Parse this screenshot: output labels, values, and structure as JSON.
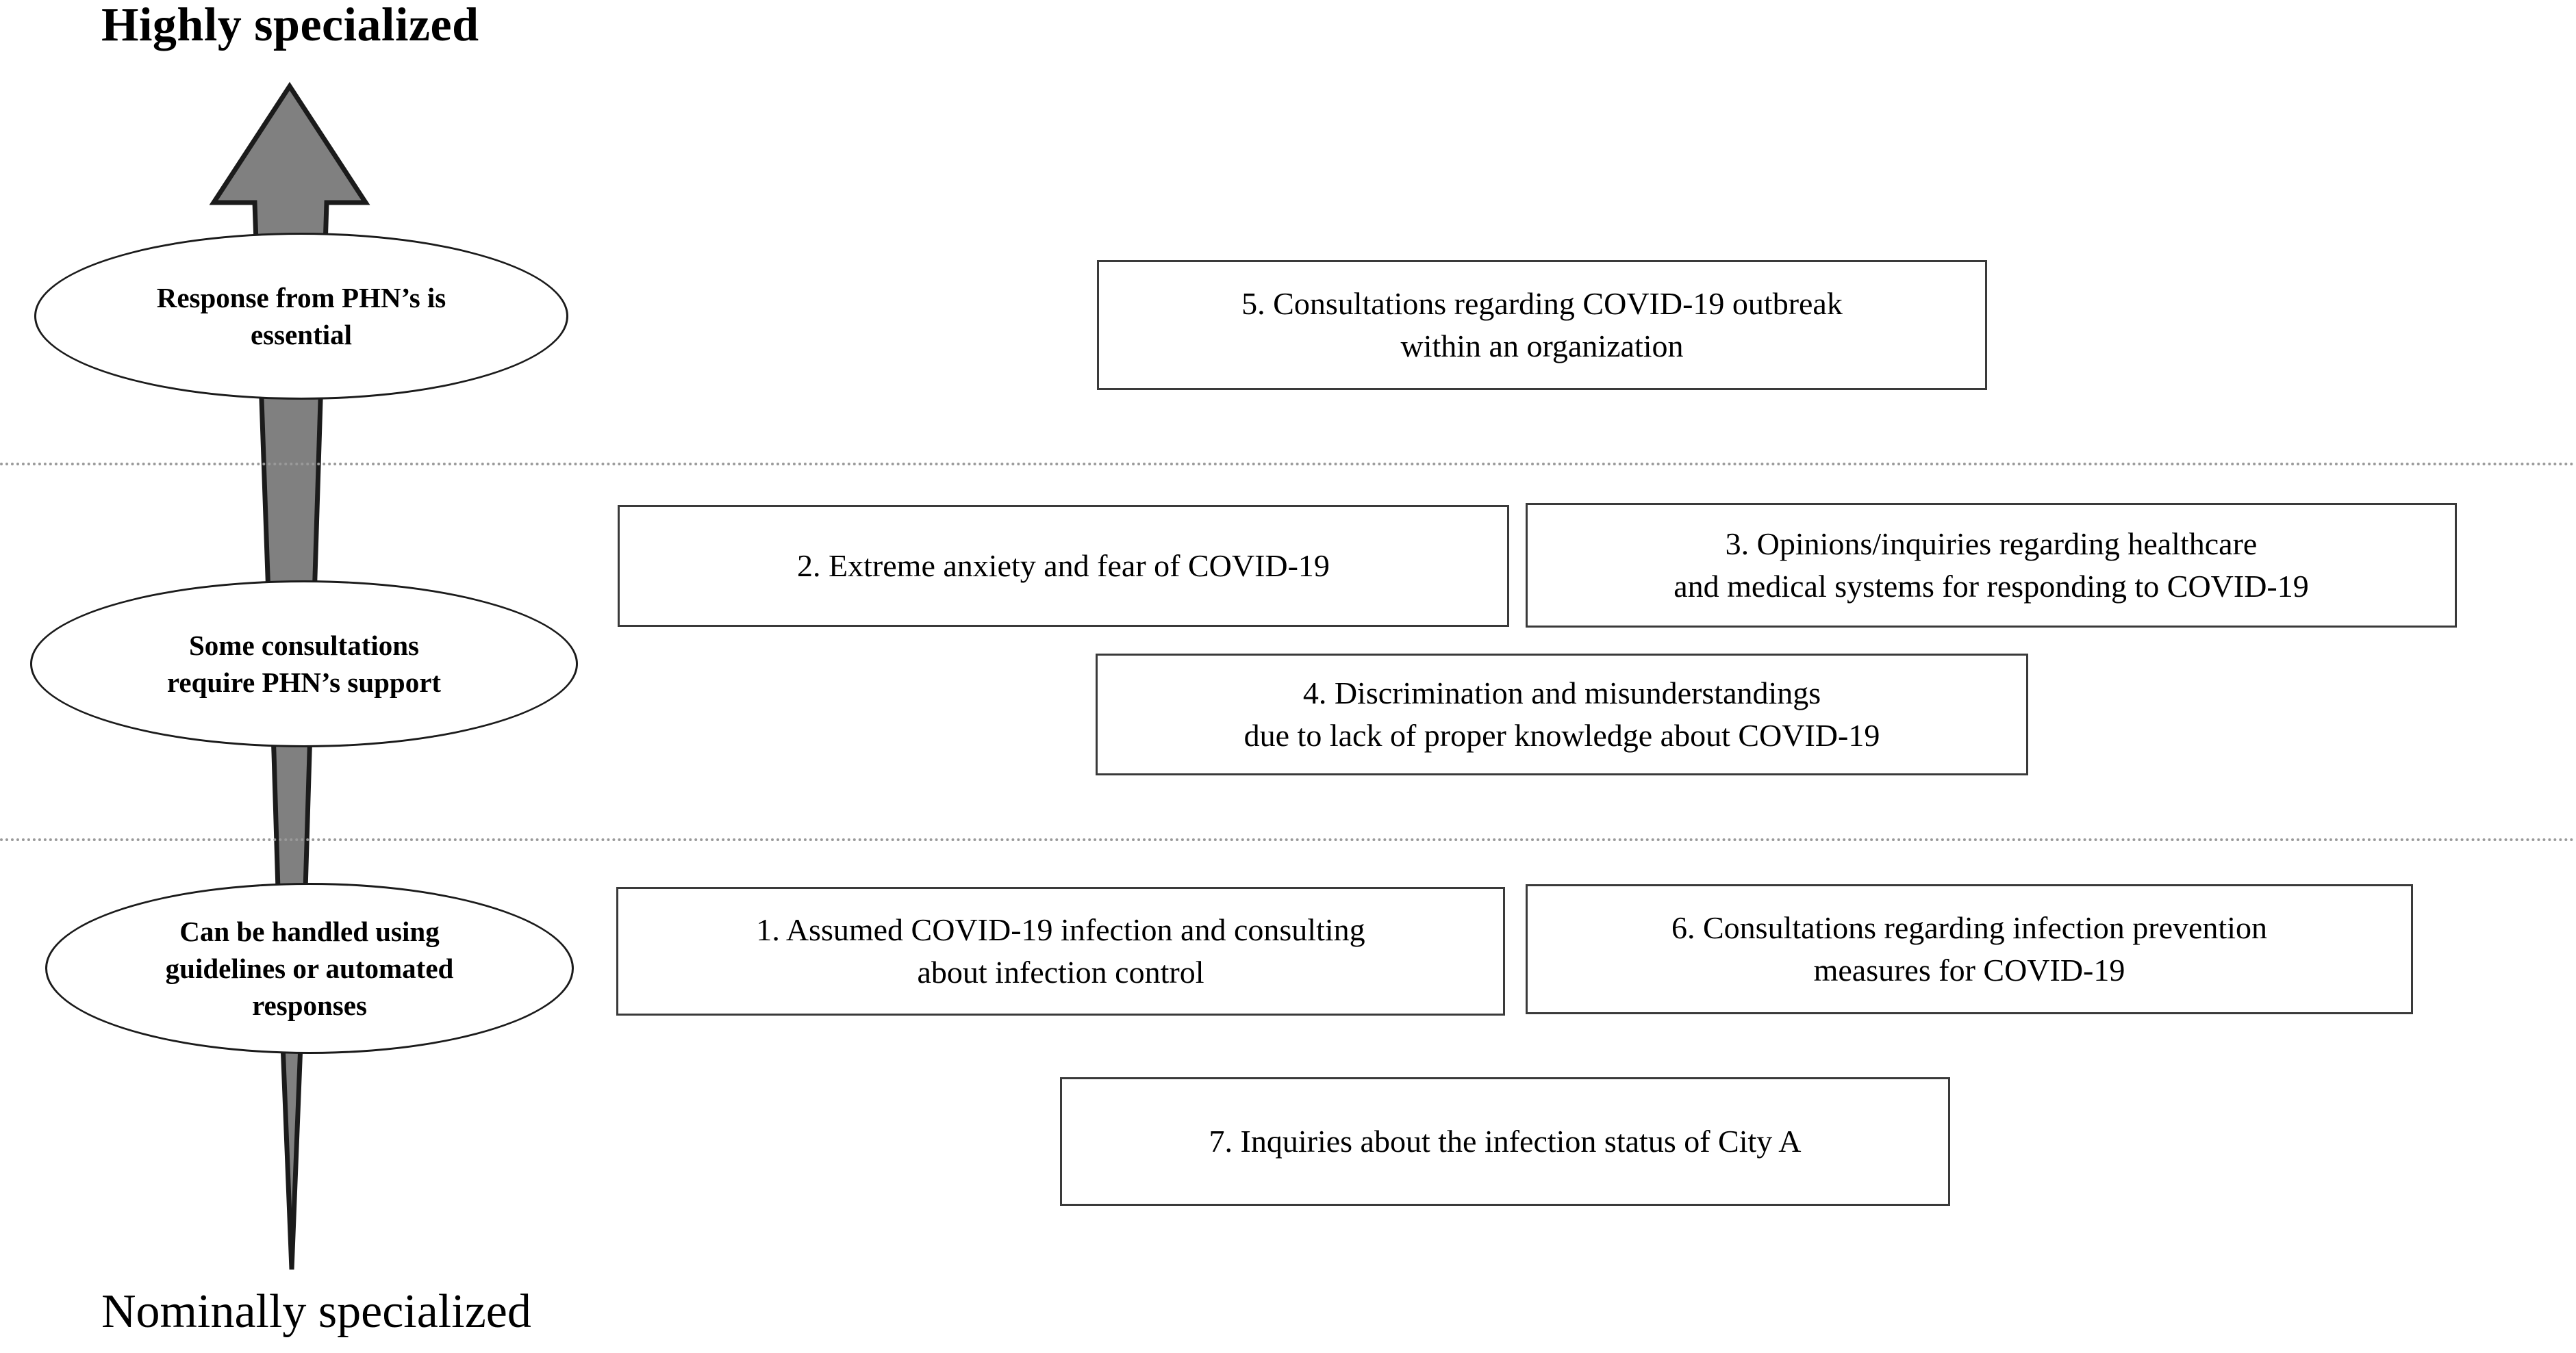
{
  "diagram": {
    "axis": {
      "top_label": "Highly specialized",
      "bottom_label": "Nominally specialized",
      "arrow_color": "#808080",
      "arrow_outline_color": "#1b1b1b",
      "direction": "upward"
    },
    "divider_color": "#9a9a9a",
    "levels": [
      {
        "id": "level-3",
        "line1": "Response from PHN’s is",
        "line2": "essential",
        "line3": ""
      },
      {
        "id": "level-2",
        "line1": "Some consultations",
        "line2": "require PHN’s support",
        "line3": ""
      },
      {
        "id": "level-1",
        "line1": "Can be handled using",
        "line2": "guidelines or automated",
        "line3": "responses"
      }
    ],
    "boxes": [
      {
        "number": "5",
        "line1": "5. Consultations regarding COVID-19 outbreak",
        "line2": "within an organization",
        "level": "level-3"
      },
      {
        "number": "2",
        "line1": "2. Extreme anxiety and fear of COVID-19",
        "line2": "",
        "level": "level-2"
      },
      {
        "number": "3",
        "line1": "3. Opinions/inquiries regarding healthcare",
        "line2": "and medical systems for responding to COVID-19",
        "level": "level-2"
      },
      {
        "number": "4",
        "line1": "4. Discrimination and misunderstandings",
        "line2": "due to lack of proper knowledge about COVID-19",
        "level": "level-2"
      },
      {
        "number": "1",
        "line1": "1. Assumed COVID-19 infection and consulting",
        "line2": "about infection control",
        "level": "level-1"
      },
      {
        "number": "6",
        "line1": "6. Consultations regarding infection prevention",
        "line2": "measures for COVID-19",
        "level": "level-1"
      },
      {
        "number": "7",
        "line1": "7. Inquiries about the infection status of City A",
        "line2": "",
        "level": "level-1"
      }
    ]
  }
}
